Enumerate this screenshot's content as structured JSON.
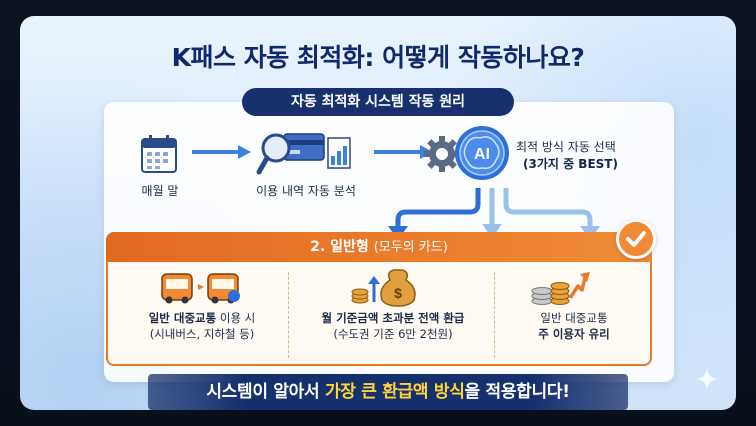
{
  "title": "K패스 자동 최적화: 어떻게 작동하나요?",
  "subtitle": "자동 최적화 시스템 작동 원리",
  "steps": [
    {
      "label": "매월 말",
      "icon": "calendar-icon"
    },
    {
      "label": "이용 내역 자동 분석",
      "icon": "card-magnifier-icon"
    },
    {
      "label": "최적 방식 자동 선택",
      "sub": "(3가지 중 BEST)",
      "icon": "ai-brain-gear-icon",
      "ai_text": "AI"
    }
  ],
  "selected_method": {
    "heading": "2. 일반형",
    "heading_paren": "(모두의 카드)",
    "columns": [
      {
        "line1_bold": "일반 대중교통",
        "line1_rest": " 이용 시",
        "line2": "(시내버스, 지하철 등)",
        "icon": "bus-icon"
      },
      {
        "line1_bold": "월 기준금액 초과분 전액 환급",
        "line1_rest": "",
        "line2": "(수도권 기준 6만 2천원)",
        "icon": "money-bag-icon"
      },
      {
        "line1": "일반 대중교통",
        "line2_bold": "주 이용자 유리",
        "icon": "coins-arrow-icon"
      }
    ]
  },
  "banner": {
    "pre": "시스템이 알아서 ",
    "highlight": "가장 큰 환급액 방식",
    "post": "을 적용합니다!"
  },
  "colors": {
    "navy": "#17306e",
    "orange": "#e7792b",
    "arrow_blue": "#3b82d8",
    "highlight_yellow": "#ffd43b"
  }
}
